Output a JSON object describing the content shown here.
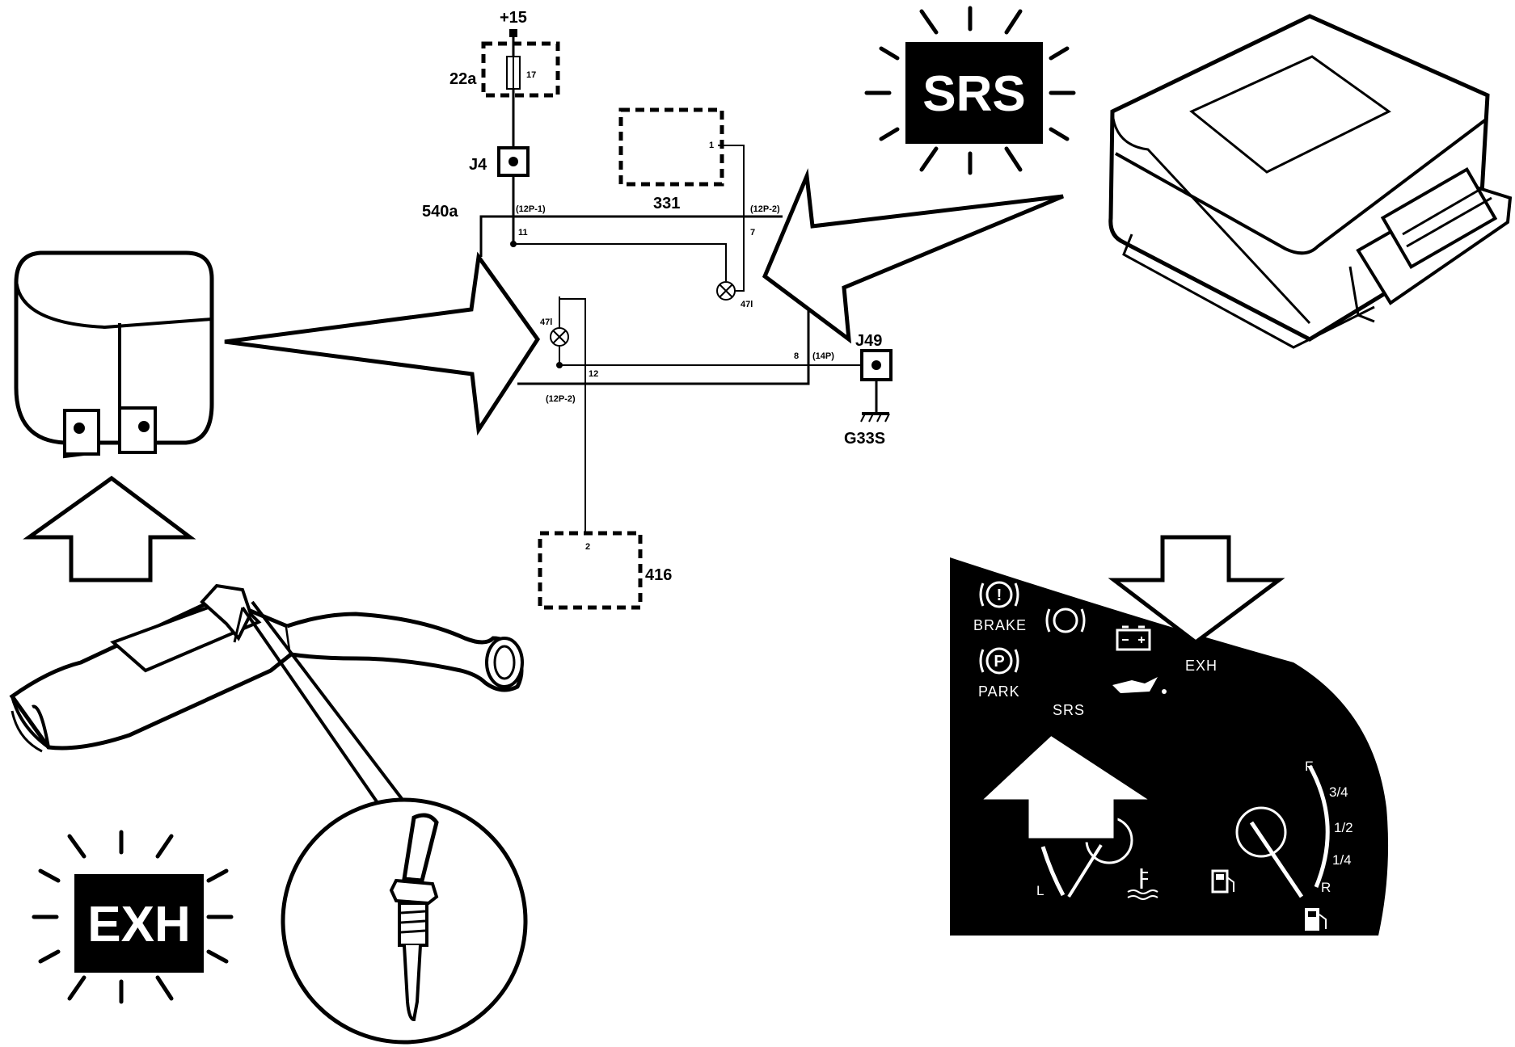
{
  "schematic": {
    "supply": "+15",
    "fuse_id": "22a",
    "fuse_num": "17",
    "connector_j4": "J4",
    "module_540a": "540a",
    "module_331": "331",
    "pin_331": "1",
    "conn_12p1": "(12P-1)",
    "conn_12p2_top": "(12P-2)",
    "conn_12p2_bottom": "(12P-2)",
    "conn_14p": "(14P)",
    "pin_11": "11",
    "pin_7": "7",
    "pin_12": "12",
    "pin_8": "8",
    "lamp_upper": "47l",
    "lamp_lower": "47l",
    "connector_j49": "J49",
    "ground": "G33S",
    "module_416": "416",
    "pin_416": "2"
  },
  "badges": {
    "srs": "SRS",
    "exh": "EXH"
  },
  "instrument_panel": {
    "brake": "BRAKE",
    "park": "PARK",
    "park_symbol": "P",
    "brake_symbol": "!",
    "exh": "EXH",
    "srs": "SRS",
    "temp_low": "L",
    "fuel_full": "F",
    "fuel_three_quarter": "3/4",
    "fuel_half": "1/2",
    "fuel_quarter": "1/4",
    "fuel_reserve": "R"
  },
  "icons": [
    "relay-icon",
    "srs-control-unit-icon",
    "catalytic-converter-icon",
    "temperature-sensor-icon",
    "oil-can-icon",
    "battery-icon",
    "fuel-pump-icon",
    "coolant-temp-icon",
    "ground-symbol-icon",
    "lamp-icon",
    "fuse-icon"
  ]
}
